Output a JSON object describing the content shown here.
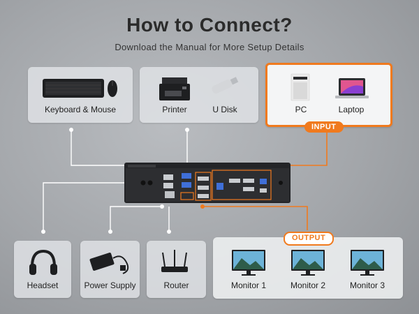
{
  "header": {
    "title": "How to Connect?",
    "subtitle": "Download the Manual for More Setup Details"
  },
  "input_devices": {
    "keyboard_mouse": "Keyboard & Mouse",
    "printer": "Printer",
    "u_disk": "U Disk",
    "pc": "PC",
    "laptop": "Laptop",
    "tag": "INPUT"
  },
  "output_devices": {
    "headset": "Headset",
    "power_supply": "Power Supply",
    "router": "Router",
    "monitor_1": "Monitor 1",
    "monitor_2": "Monitor 2",
    "monitor_3": "Monitor 3",
    "tag": "OUTPUT"
  },
  "colors": {
    "accent": "#f07a1e",
    "line_white": "#ffffff",
    "device_dark": "#1e1f21"
  }
}
